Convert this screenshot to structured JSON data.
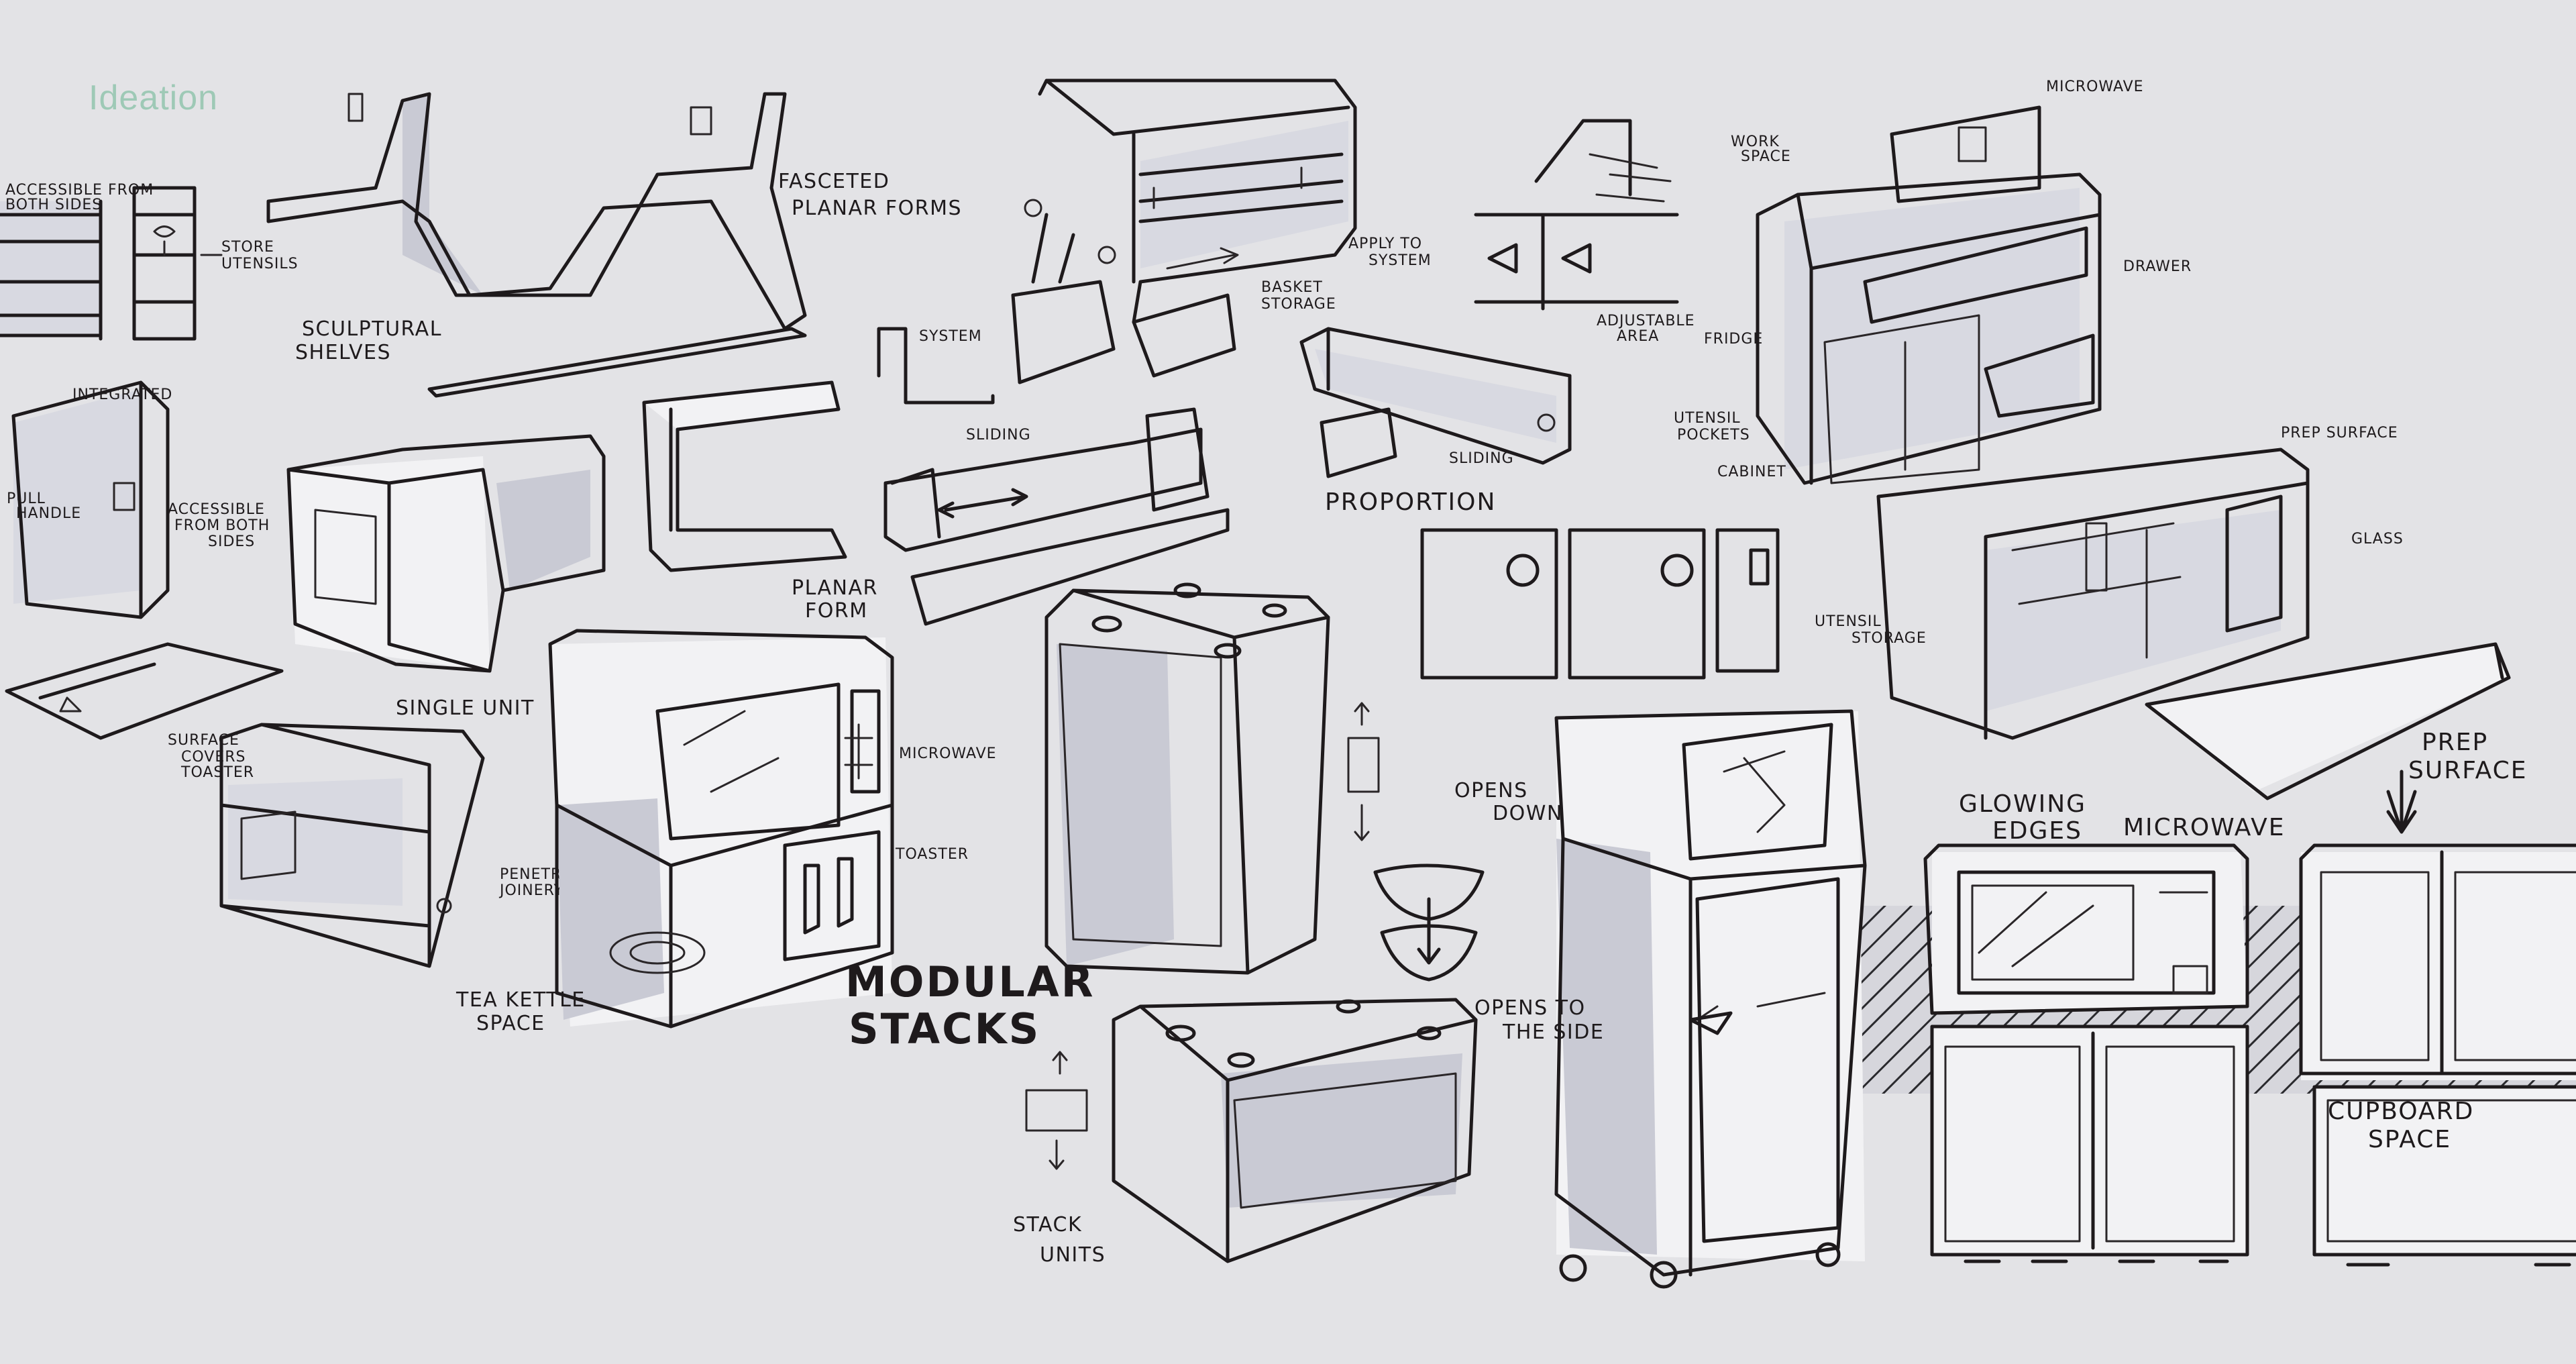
{
  "title": "Ideation",
  "labels": {
    "accessible_from_both_sides_a": "ACCESSIBLE FROM",
    "accessible_from_both_sides_b": "BOTH SIDES",
    "store_utensils_a": "STORE",
    "store_utensils_b": "UTENSILS",
    "sculptural_shelves_a": "SCULPTURAL",
    "sculptural_shelves_b": "SHELVES",
    "fasceted_a": "FASCETED",
    "fasceted_b": "PLANAR FORMS",
    "integrated": "INTEGRATED",
    "pull_handle_a": "PULL",
    "pull_handle_b": "HANDLE",
    "accessible_both_a": "ACCESSIBLE",
    "accessible_both_b": "FROM BOTH",
    "accessible_both_c": "SIDES",
    "surface_covers_a": "SURFACE",
    "surface_covers_b": "COVERS",
    "surface_covers_c": "TOASTER",
    "single_unit": "SINGLE UNIT",
    "planar_form_a": "PLANAR",
    "planar_form_b": "FORM",
    "penetration_a": "PENETRATION",
    "penetration_b": "JOINERY",
    "tea_kettle_a": "TEA KETTLE",
    "tea_kettle_b": "SPACE",
    "microwave_small": "MICROWAVE",
    "toaster": "TOASTER",
    "modular_a": "MODULAR",
    "modular_b": "STACKS",
    "stack_units_a": "STACK",
    "stack_units_b": "UNITS",
    "system": "SYSTEM",
    "sliding_1": "SLIDING",
    "sliding_2": "SLIDING",
    "apply_to_system_a": "APPLY TO",
    "apply_to_system_b": "SYSTEM",
    "basket_storage_a": "BASKET",
    "basket_storage_b": "STORAGE",
    "proportion": "PROPORTION",
    "adjustable_area_a": "ADJUSTABLE",
    "adjustable_area_b": "AREA",
    "microwave_top": "MICROWAVE",
    "work_space_a": "WORK",
    "work_space_b": "SPACE",
    "drawer": "DRAWER",
    "fridge": "FRIDGE",
    "utensil_pockets_a": "UTENSIL",
    "utensil_pockets_b": "POCKETS",
    "cabinet": "CABINET",
    "prep_surface_top": "PREP SURFACE",
    "glass": "GLASS",
    "utensil_storage_a": "UTENSIL",
    "utensil_storage_b": "STORAGE",
    "prep_surface_a": "PREP",
    "prep_surface_b": "SURFACE",
    "opens_down_a": "OPENS",
    "opens_down_b": "DOWN",
    "opens_side_a": "OPENS TO",
    "opens_side_b": "THE SIDE",
    "glowing_a": "GLOWING",
    "glowing_b": "EDGES",
    "microwave_big": "MICROWAVE",
    "cupboard_a": "CUPBOARD",
    "cupboard_b": "SPACE"
  }
}
